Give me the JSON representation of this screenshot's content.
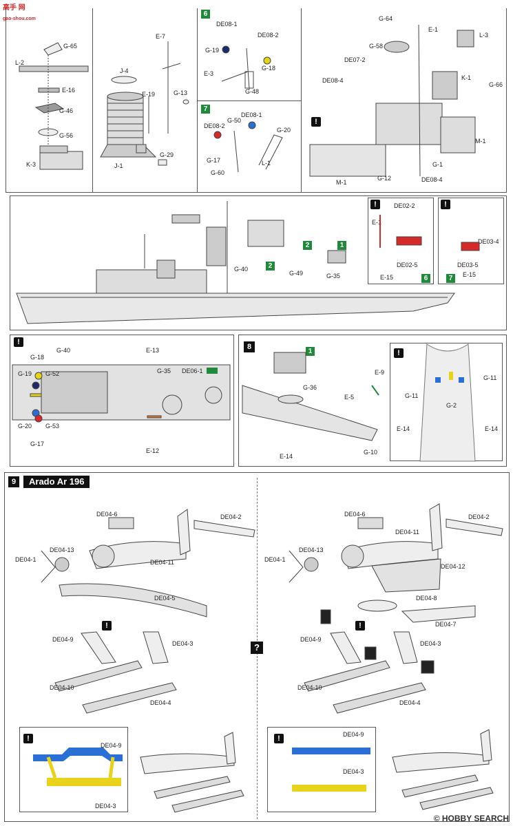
{
  "watermark": {
    "line1": "高手 网",
    "line2": "gao-shou.com"
  },
  "footer": {
    "brand": "© HOBBY SEARCH"
  },
  "steps": {
    "s6": "6",
    "s7": "7",
    "s8": "8",
    "s9": "9",
    "g1": "1",
    "g2": "2",
    "g2b": "2",
    "g6": "6",
    "g7": "7",
    "g1b": "1"
  },
  "step9_title": "Arado Ar 196",
  "exclamation": "!",
  "question": "?",
  "labels": {
    "top_left": [
      "G-65",
      "L-2",
      "E-16",
      "G-46",
      "G-56",
      "K-3"
    ],
    "top_mid": [
      "E-7",
      "J-4",
      "E-19",
      "G-13",
      "J-1",
      "G-29"
    ],
    "step6": [
      "DE08-1",
      "DE08-2",
      "G-19",
      "G-18",
      "E-3",
      "G-48"
    ],
    "step7": [
      "DE08-1",
      "DE08-2",
      "G-50",
      "G-20",
      "G-17",
      "L-1",
      "G-60"
    ],
    "top_right": [
      "G-64",
      "E-1",
      "L-3",
      "G-58",
      "DE07-2",
      "DE08-4",
      "K-1",
      "G-66",
      "M-1",
      "G-1",
      "DE08-4",
      "M-1",
      "G-12"
    ],
    "hull": [
      "G-40",
      "G-49",
      "G-35"
    ],
    "hull_inset6": [
      "DE02-2",
      "E-1",
      "DE02-5",
      "E-15"
    ],
    "hull_inset7": [
      "DE03-4",
      "DE03-5",
      "E-15"
    ],
    "deck": [
      "G-40",
      "E-13",
      "G-18",
      "G-35",
      "DE06-1",
      "G-19",
      "G-52",
      "G-20",
      "G-53",
      "G-17",
      "E-12"
    ],
    "step8": [
      "E-9",
      "G-36",
      "E-5",
      "E-14",
      "G-10"
    ],
    "step8_inset": [
      "G-11",
      "G-2",
      "G-11",
      "E-14",
      "E-14"
    ],
    "plane_left": [
      "DE04-6",
      "DE04-2",
      "DE04-13",
      "DE04-1",
      "DE04-11",
      "DE04-5",
      "DE04-9",
      "DE04-3",
      "DE04-10",
      "DE04-4"
    ],
    "plane_right": [
      "DE04-6",
      "DE04-2",
      "DE04-11",
      "DE04-13",
      "DE04-1",
      "DE04-12",
      "DE04-8",
      "DE04-7",
      "DE04-9",
      "DE04-3",
      "DE04-10",
      "DE04-4"
    ],
    "inset_left": [
      "DE04-9",
      "DE04-3"
    ],
    "inset_right": [
      "DE04-9",
      "DE04-3"
    ]
  },
  "colors": {
    "green": "#1f8a3a",
    "blue": "#2a6fd6",
    "yellow": "#e8d21a",
    "red": "#d62a2a",
    "navy": "#1b2a6b"
  }
}
